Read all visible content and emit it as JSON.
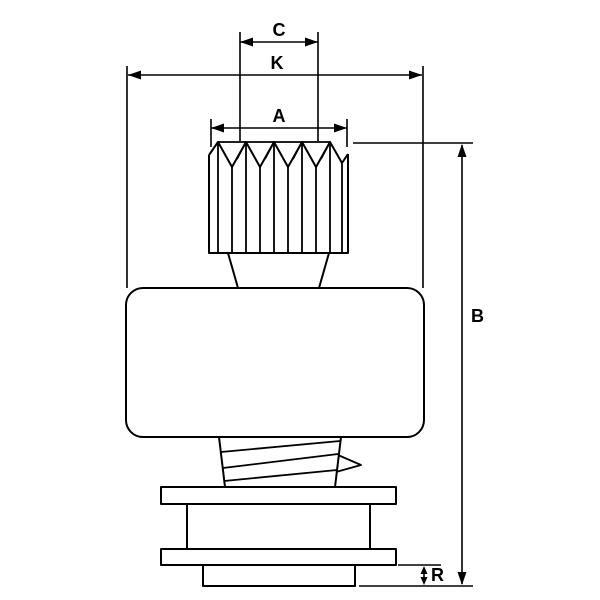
{
  "diagram": {
    "background_color": "#ffffff",
    "line_color": "#000000",
    "dimension_labels": {
      "c": "C",
      "k": "K",
      "a": "A",
      "b": "B",
      "r": "R"
    }
  }
}
